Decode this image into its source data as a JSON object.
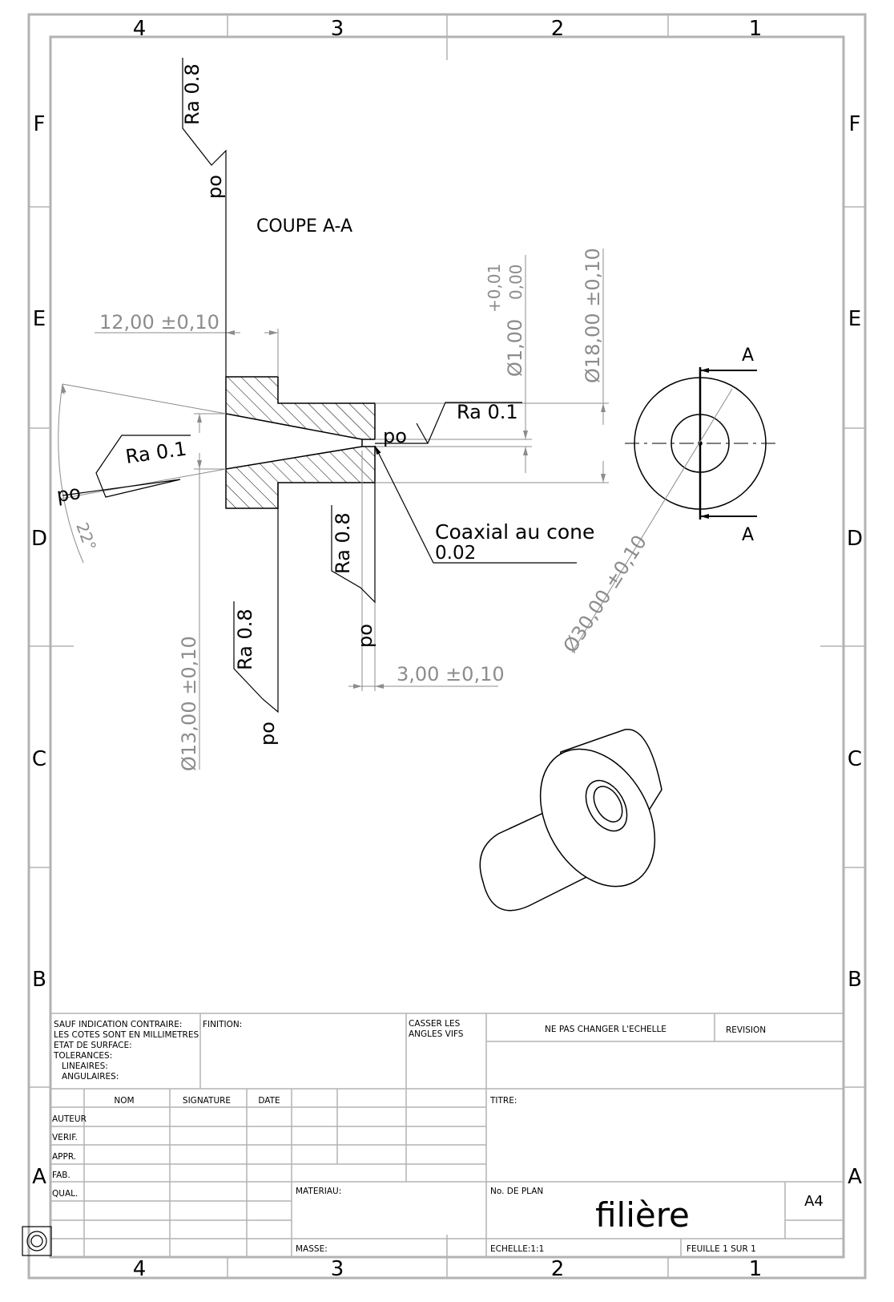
{
  "sheet": {
    "zones_top": [
      "4",
      "3",
      "2",
      "1"
    ],
    "zones_side": [
      "F",
      "E",
      "D",
      "C",
      "B",
      "A"
    ]
  },
  "section_view": {
    "title": "COUPE A-A",
    "dims": {
      "length_12": "12,00 ±0,10",
      "dia_13": "Ø13,00 ±0,10",
      "dia_1": "Ø1,00",
      "dia_1_tol_upper": "+0,01",
      "dia_1_tol_lower": "0,00",
      "dia_18": "Ø18,00 ±0,10",
      "length_3": "3,00 ±0,10",
      "angle": "22°"
    },
    "roughness": {
      "method": "po",
      "top": "Ra 0.8",
      "left_cone": "Ra 0.1",
      "bore": "Ra 0.1",
      "bottom_left": "Ra 0.8",
      "bottom_mid": "Ra 0.8"
    },
    "note_line1": "Coaxial au cone",
    "note_line2": "0.02"
  },
  "end_view": {
    "cut_label": "A",
    "dia_30": "Ø30,00 ±0,10"
  },
  "title_block": {
    "general": [
      "SAUF INDICATION CONTRAIRE:",
      "LES COTES SONT EN MILLIMETRES",
      "ETAT DE SURFACE:",
      "TOLERANCES:",
      "LINEAIRES:",
      "ANGULAIRES:"
    ],
    "finition": "FINITION:",
    "casser": [
      "CASSER LES",
      "ANGLES VIFS"
    ],
    "scale_note": "NE PAS CHANGER L'ECHELLE",
    "revision": "REVISION",
    "col_nom": "NOM",
    "col_signature": "SIGNATURE",
    "col_date": "DATE",
    "rows": [
      "AUTEUR",
      "VERIF.",
      "APPR.",
      "FAB.",
      "QUAL."
    ],
    "titre": "TITRE:",
    "materiau": "MATERIAU:",
    "no_plan": "No. DE PLAN",
    "drawing_name": "filière",
    "format": "A4",
    "masse": "MASSE:",
    "echelle": "ECHELLE:1:1",
    "feuille": "FEUILLE 1 SUR 1"
  }
}
